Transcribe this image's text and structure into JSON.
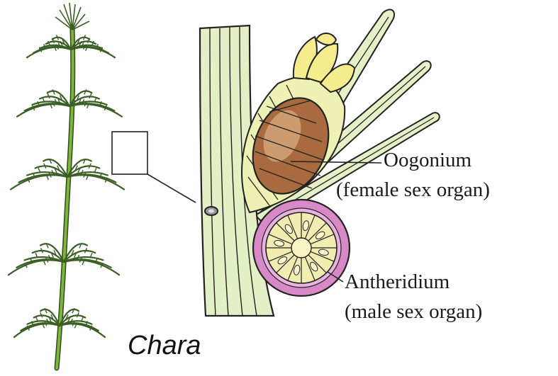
{
  "figure": {
    "title": "Chara",
    "labels": {
      "oogonium": {
        "name": "Oogonium",
        "note": "(female sex organ)"
      },
      "antheridium": {
        "name": "Antheridium",
        "note": "(male sex organ)"
      }
    },
    "colors": {
      "stem": "#7fb53c",
      "whorl": "#3a5e24",
      "axis_fill": "#e3efc5",
      "outline": "#222222",
      "oogonium_fill": "#a86a3e",
      "oogonium_highlight": "#d8ac80",
      "crown_fill": "#f5ec8e",
      "sheath_fill": "#edf1b4",
      "antheridium_ring": "#d88ac8",
      "antheridium_core": "#f1ecb0"
    }
  }
}
